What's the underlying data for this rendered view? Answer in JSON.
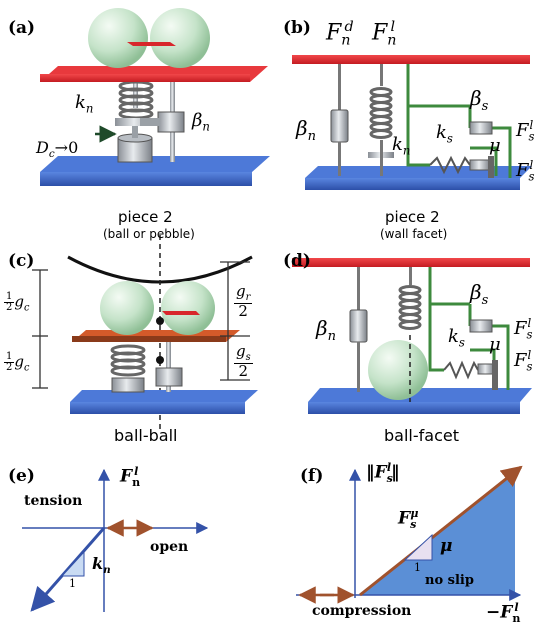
{
  "panels": {
    "a": {
      "label": "(a)",
      "k": "k",
      "k_sub": "n",
      "beta": "β",
      "beta_sub": "n",
      "dc": "D",
      "dc_sub": "c",
      "dc_tail": "→0"
    },
    "b": {
      "label": "(b)",
      "fnd": "F",
      "fnd_sub": "n",
      "fnd_sup": "d",
      "fnl": "F",
      "fnl_sub": "n",
      "fnl_sup": "l",
      "beta_s": "β",
      "beta_s_sub": "s",
      "beta_n": "β",
      "beta_n_sub": "n",
      "k_s": "k",
      "k_s_sub": "s",
      "k_n": "k",
      "k_n_sub": "n",
      "mu": "μ",
      "fs1": "F",
      "fs1_sub": "s",
      "fs1_sup": "l",
      "fs2": "F",
      "fs2_sub": "s",
      "fs2_sup": "l"
    },
    "c": {
      "label": "(c)",
      "piece_title": "piece 2",
      "piece_sub": "(ball or pebble)",
      "half": "1",
      "half_den": "2",
      "gc1": "g",
      "gc1_sub": "c",
      "gc2": "g",
      "gc2_sub": "c",
      "gr": "g",
      "gr_sub": "r",
      "gr_den": "2",
      "gs": "g",
      "gs_sub": "s",
      "gs_den": "2",
      "caption": "ball-ball"
    },
    "d": {
      "label": "(d)",
      "piece_title": "piece 2",
      "piece_sub": "(wall facet)",
      "beta_s": "β",
      "beta_s_sub": "s",
      "beta_n": "β",
      "beta_n_sub": "n",
      "k_s": "k",
      "k_s_sub": "s",
      "mu": "μ",
      "fs1": "F",
      "fs1_sub": "s",
      "fs1_sup": "l",
      "fs2": "F",
      "fs2_sub": "s",
      "fs2_sup": "l",
      "caption": "ball-facet"
    },
    "e": {
      "label": "(e)",
      "yaxis": "F",
      "yaxis_sub": "n",
      "yaxis_sup": "l",
      "tension": "tension",
      "open": "open",
      "kn": "k",
      "kn_sub": "n",
      "one": "1"
    },
    "f": {
      "label": "(f)",
      "yaxis_open": "‖",
      "yaxis": "F",
      "yaxis_sub": "s",
      "yaxis_sup": "l",
      "yaxis_close": "‖",
      "fs_mu": "F",
      "fs_mu_sub": "s",
      "fs_mu_sup": "μ",
      "mu": "μ",
      "one": "1",
      "no_slip": "no slip",
      "compression": "compression",
      "xaxis_prefix": "−",
      "xaxis": "F",
      "xaxis_sub": "n",
      "xaxis_sup": "l"
    }
  },
  "colors": {
    "red_plate": "#e0242a",
    "blue_plate": "#3a66c9",
    "green_link": "#3d8a3d",
    "ball": "#cfe8d2",
    "axis_blue": "#3452a8",
    "arrow_brown": "#a0522d",
    "shade_blue": "#5b8fd6"
  }
}
